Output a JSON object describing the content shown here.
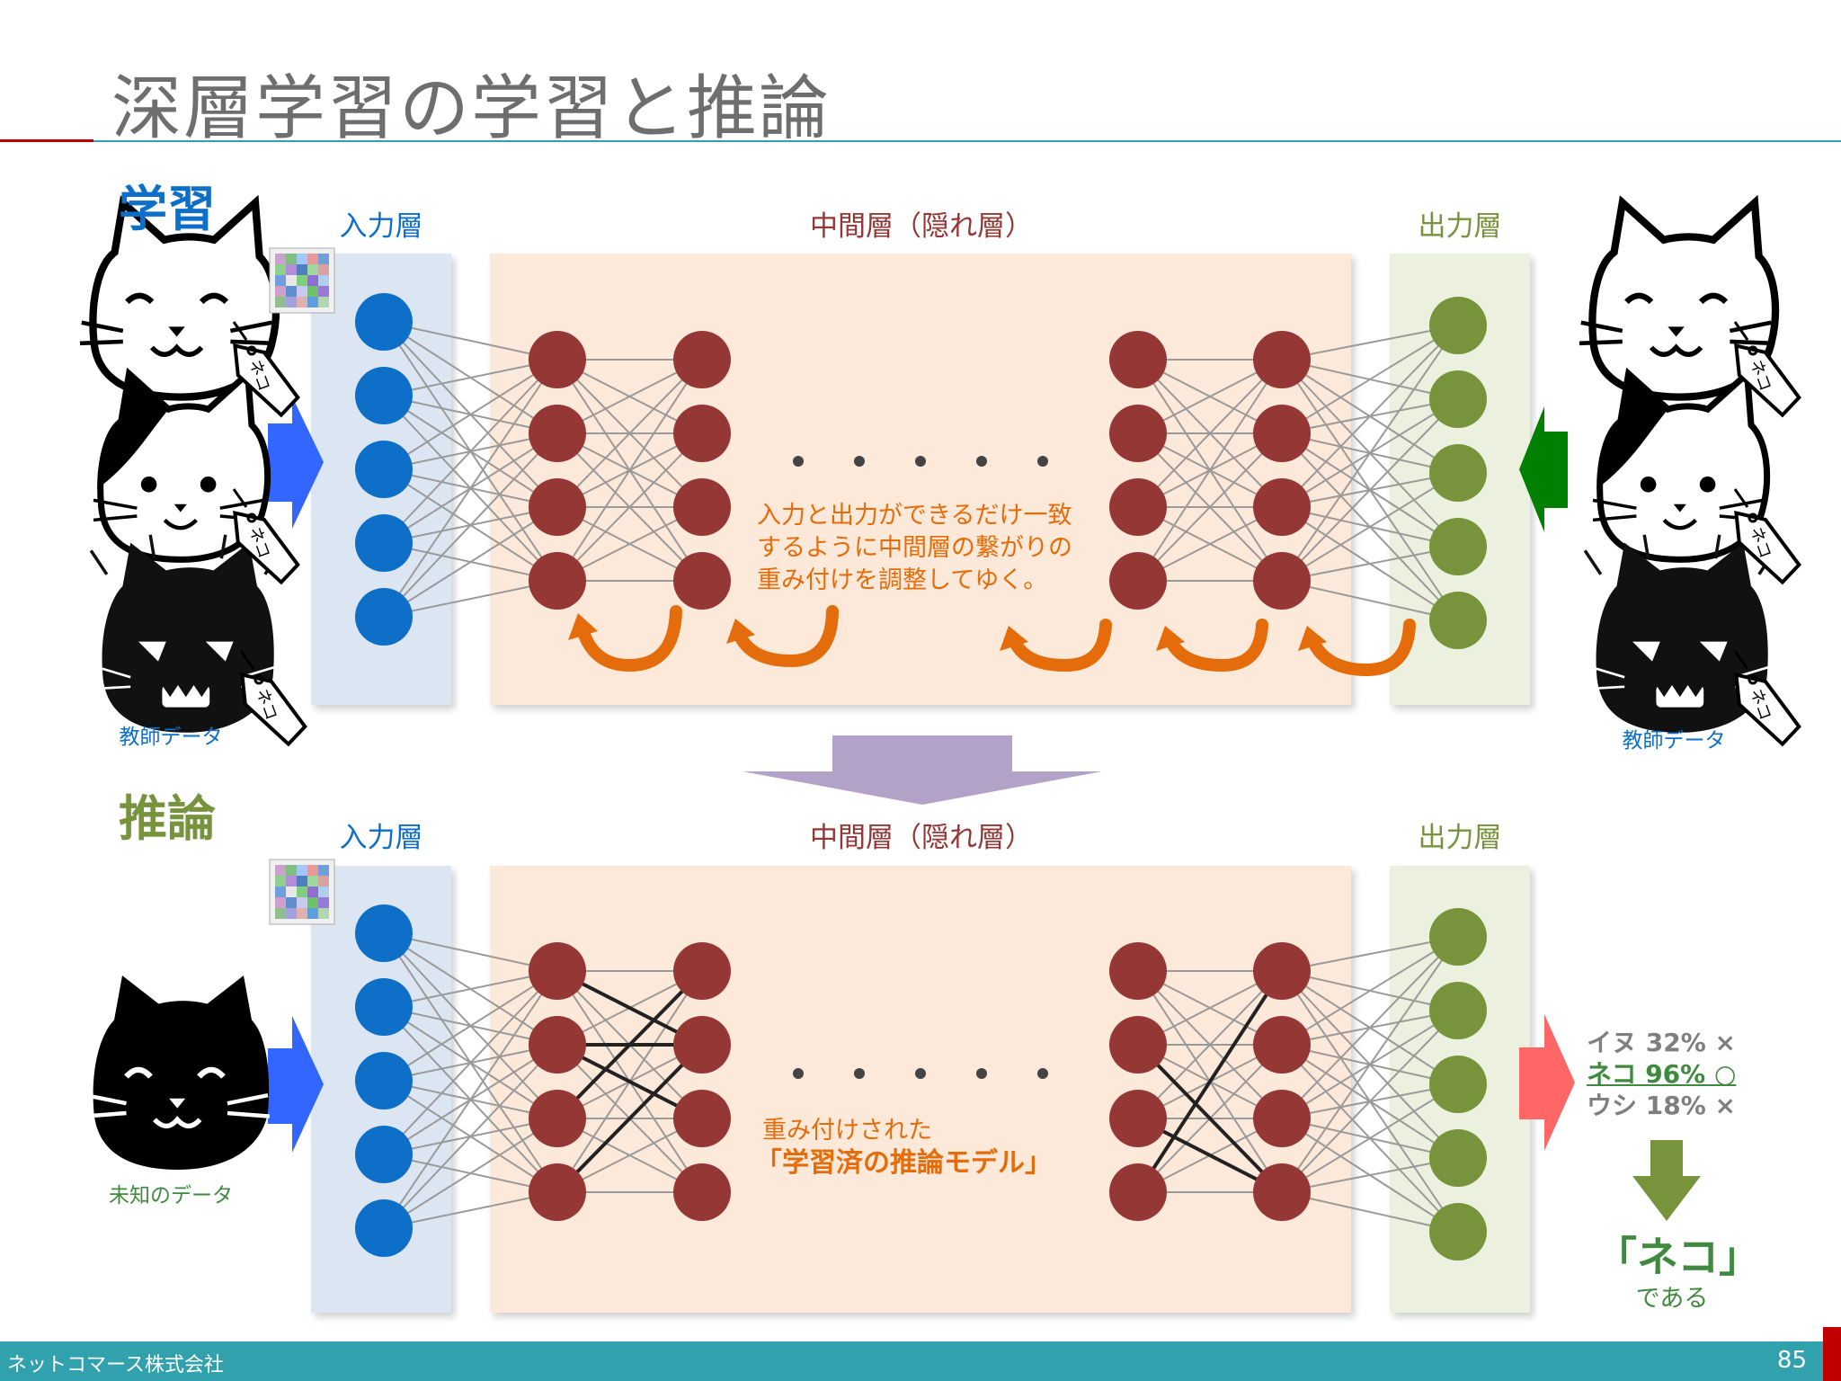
{
  "slide": {
    "title": "深層学習の学習と推論",
    "page_number": "85",
    "company": "ネットコマース株式会社"
  },
  "colors": {
    "title": "#6e6e6e",
    "teal": "#31a1ad",
    "red": "#c00000",
    "input_node": "#0e6fc9",
    "hidden_node": "#953735",
    "output_node": "#77933c",
    "orange": "#e46c0a",
    "green_text": "#3f8a3f"
  },
  "training": {
    "section_label": "学習",
    "input_layer_label": "入力層",
    "hidden_layer_label": "中間層（隠れ層）",
    "output_layer_label": "出力層",
    "left_data_label": "教師データ",
    "right_data_label": "教師データ",
    "tag_text": "ネコ",
    "caption_lines": [
      "入力と出力ができるだけ一致",
      "するように中間層の繋がりの",
      "重み付けを調整してゆく。"
    ],
    "ellipsis": "・・・・・"
  },
  "inference": {
    "section_label": "推論",
    "input_layer_label": "入力層",
    "hidden_layer_label": "中間層（隠れ層）",
    "output_layer_label": "出力層",
    "unknown_data_label": "未知のデータ",
    "caption_line1": "重み付けされた",
    "caption_line2": "「学習済の推論モデル」",
    "ellipsis": "・・・・・",
    "results": [
      {
        "label": "イヌ 32% ×",
        "highlight": false
      },
      {
        "label": "ネコ 96% ○",
        "highlight": true
      },
      {
        "label": "ウシ 18% ×",
        "highlight": false
      }
    ],
    "answer": "「ネコ」",
    "answer_sub": "である"
  }
}
